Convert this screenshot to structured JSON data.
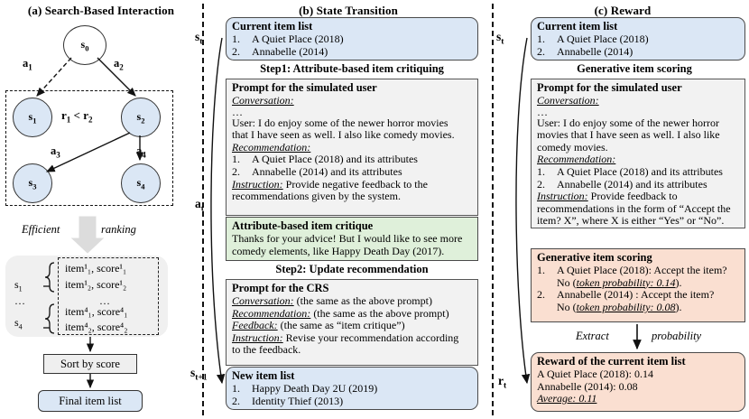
{
  "panels": {
    "a": {
      "title": "(a) Search-Based Interaction"
    },
    "b": {
      "title": "(b) State Transition"
    },
    "c": {
      "title": "(c) Reward"
    }
  },
  "search_graph": {
    "nodes": [
      {
        "id": "s0",
        "label": "s",
        "sub": "0"
      },
      {
        "id": "s1",
        "label": "s",
        "sub": "1"
      },
      {
        "id": "s2",
        "label": "s",
        "sub": "2"
      },
      {
        "id": "s3",
        "label": "s",
        "sub": "3"
      },
      {
        "id": "s4",
        "label": "s",
        "sub": "4"
      }
    ],
    "edges": [
      {
        "label": "a",
        "sub": "1"
      },
      {
        "label": "a",
        "sub": "2"
      },
      {
        "label": "a",
        "sub": "3"
      },
      {
        "label": "a",
        "sub": "4"
      }
    ],
    "reward_compare": "r₁ < r₂",
    "reward_compare_parts": {
      "r": "r",
      "sub1": "1",
      "op": " < ",
      "r2": "r",
      "sub2": "2"
    }
  },
  "ranking": {
    "arrow_label_left": "Efficient",
    "arrow_label_right": "ranking",
    "state_rows": [
      {
        "state": "s",
        "sub": "1",
        "lines": [
          "item¹₁, score¹₁",
          "item¹₂, score¹₂"
        ]
      },
      {
        "state": "…",
        "sub": "",
        "lines": [
          "…"
        ]
      },
      {
        "state": "s",
        "sub": "4",
        "lines": [
          "item⁴₁, score⁴₁",
          "item⁴₂, score⁴₂"
        ]
      }
    ],
    "sort_box": "Sort by score",
    "final_box": "Final item list"
  },
  "symbols": {
    "b_state_t": {
      "base": "s",
      "sub": "t"
    },
    "b_action_t": {
      "base": "a",
      "sub": "t"
    },
    "b_state_t1": {
      "base": "s",
      "sub": "t+1"
    },
    "c_state_t": {
      "base": "s",
      "sub": "t"
    },
    "c_reward_t": {
      "base": "r",
      "sub": "t"
    }
  },
  "state_transition": {
    "current_item_list": {
      "header": "Current item list",
      "items": [
        "A Quiet Place (2018)",
        "Annabelle (2014)"
      ]
    },
    "step1_heading": "Step1: Attribute-based item critiquing",
    "prompt_user": {
      "header": "Prompt for the simulated user",
      "conversation_label": "Conversation:",
      "ellipsis": "…",
      "conversation_lines": [
        "User: I do enjoy some of the newer horror movies",
        "that I have seen as well. I also like comedy movies."
      ],
      "recommendation_label": "Recommendation:",
      "recommendation_items": [
        "A Quiet Place (2018) and its attributes",
        "Annabelle (2014) and its attributes"
      ],
      "instruction_label": "Instruction:",
      "instruction_lines": [
        " Provide negative feedback to the",
        "recommendations given by the system."
      ]
    },
    "critique": {
      "header": "Attribute-based item critique",
      "lines": [
        "Thanks for your advice! But I would like to see more",
        "comedy elements, like Happy Death Day (2017)."
      ]
    },
    "step2_heading": "Step2: Update recommendation",
    "prompt_crs": {
      "header": "Prompt for the CRS",
      "rows": [
        {
          "label": "Conversation:",
          "text": " (the same as the above prompt)"
        },
        {
          "label": "Recommendation:",
          "text": " (the same as the above prompt)"
        },
        {
          "label": "Feedback:",
          "text": " (the same as “item critique”)"
        },
        {
          "label": "Instruction:",
          "text": " Revise your recommendation according"
        }
      ],
      "last_line": "to the feedback."
    },
    "new_item_list": {
      "header": "New item list",
      "items": [
        "Happy Death Day 2U (2019)",
        "Identity Thief (2013)"
      ]
    }
  },
  "reward": {
    "current_item_list": {
      "header": "Current item list",
      "items": [
        "A Quiet Place (2018)",
        "Annabelle (2014)"
      ]
    },
    "scoring_heading": "Generative item scoring",
    "prompt_user": {
      "header": "Prompt for the simulated user",
      "conversation_label": "Conversation:",
      "ellipsis": "…",
      "conversation_lines": [
        "User: I do enjoy some of the newer horror",
        "movies that I have seen as well. I also like",
        "comedy movies."
      ],
      "recommendation_label": "Recommendation:",
      "recommendation_items": [
        "A Quiet Place (2018) and its attributes",
        "Annabelle (2014) and its attributes"
      ],
      "instruction_label": "Instruction:",
      "instruction_lines": [
        " Provide feedback to",
        "recommendations in the form of “Accept the",
        "item? X”, where X is either “Yes” or “No”."
      ]
    },
    "scoring": {
      "header": "Generative item scoring",
      "items": [
        {
          "main": "A Quiet Place (2018): Accept the item?",
          "second_prefix": "No (",
          "second_italic": "token probability: 0.14",
          "second_suffix": ")."
        },
        {
          "main": "Annabelle  (2014) : Accept the item?",
          "second_prefix": "No (",
          "second_italic": "token probability: 0.08",
          "second_suffix": ")."
        }
      ]
    },
    "extract_label_left": "Extract",
    "extract_label_right": "probability",
    "reward_box": {
      "header": "Reward of the current item list",
      "lines": [
        "A Quiet Place (2018): 0.14",
        "Annabelle (2014): 0.08"
      ],
      "average": "Average: 0.11"
    }
  },
  "colors": {
    "blue_fill": "#dbe7f5",
    "green_fill": "#dff0da",
    "peach_fill": "#fadfd1",
    "gray_fill": "#f2f2f2",
    "stroke": "#4a4a4a"
  }
}
